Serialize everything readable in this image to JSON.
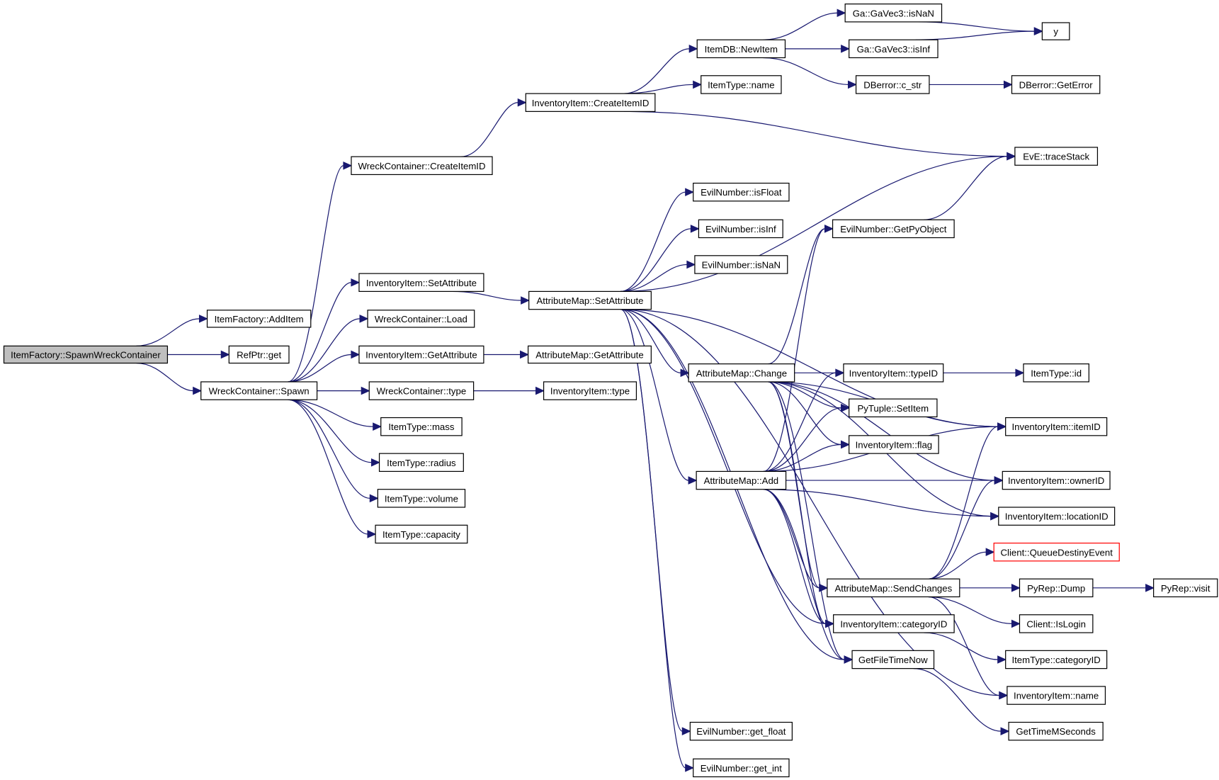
{
  "graph": {
    "type": "call-graph",
    "edge_color": "#191970",
    "root_fill": "#bfbfbf",
    "error_border": "#ff0000",
    "nodes": [
      {
        "label": "ItemFactory::SpawnWreckContainer",
        "root": true
      },
      {
        "label": "ItemFactory::AddItem"
      },
      {
        "label": "RefPtr::get"
      },
      {
        "label": "WreckContainer::Spawn"
      },
      {
        "label": "WreckContainer::CreateItemID"
      },
      {
        "label": "InventoryItem::SetAttribute"
      },
      {
        "label": "WreckContainer::Load"
      },
      {
        "label": "InventoryItem::GetAttribute"
      },
      {
        "label": "WreckContainer::type"
      },
      {
        "label": "ItemType::mass"
      },
      {
        "label": "ItemType::radius"
      },
      {
        "label": "ItemType::volume"
      },
      {
        "label": "ItemType::capacity"
      },
      {
        "label": "InventoryItem::CreateItemID"
      },
      {
        "label": "AttributeMap::SetAttribute"
      },
      {
        "label": "AttributeMap::GetAttribute"
      },
      {
        "label": "InventoryItem::type"
      },
      {
        "label": "ItemDB::NewItem"
      },
      {
        "label": "ItemType::name"
      },
      {
        "label": "Ga::GaVec3::isNaN"
      },
      {
        "label": "Ga::GaVec3::isInf"
      },
      {
        "label": "DBerror::c_str"
      },
      {
        "label": "y"
      },
      {
        "label": "DBerror::GetError"
      },
      {
        "label": "EvE::traceStack"
      },
      {
        "label": "EvilNumber::isFloat"
      },
      {
        "label": "EvilNumber::isInf"
      },
      {
        "label": "EvilNumber::isNaN"
      },
      {
        "label": "EvilNumber::GetPyObject"
      },
      {
        "label": "AttributeMap::Change"
      },
      {
        "label": "AttributeMap::Add"
      },
      {
        "label": "InventoryItem::typeID"
      },
      {
        "label": "PyTuple::SetItem"
      },
      {
        "label": "InventoryItem::flag"
      },
      {
        "label": "ItemType::id"
      },
      {
        "label": "InventoryItem::itemID"
      },
      {
        "label": "InventoryItem::ownerID"
      },
      {
        "label": "InventoryItem::locationID"
      },
      {
        "label": "Client::QueueDestinyEvent",
        "error": true
      },
      {
        "label": "AttributeMap::SendChanges"
      },
      {
        "label": "PyRep::Dump"
      },
      {
        "label": "PyRep::visit"
      },
      {
        "label": "InventoryItem::categoryID"
      },
      {
        "label": "Client::IsLogin"
      },
      {
        "label": "GetFileTimeNow"
      },
      {
        "label": "ItemType::categoryID"
      },
      {
        "label": "InventoryItem::name"
      },
      {
        "label": "GetTimeMSeconds"
      },
      {
        "label": "EvilNumber::get_float"
      },
      {
        "label": "EvilNumber::get_int"
      }
    ],
    "edges": [
      [
        0,
        1
      ],
      [
        0,
        2
      ],
      [
        0,
        3
      ],
      [
        3,
        4
      ],
      [
        3,
        5
      ],
      [
        3,
        6
      ],
      [
        3,
        7
      ],
      [
        3,
        8
      ],
      [
        3,
        9
      ],
      [
        3,
        10
      ],
      [
        3,
        11
      ],
      [
        3,
        12
      ],
      [
        4,
        13
      ],
      [
        13,
        17
      ],
      [
        13,
        18
      ],
      [
        13,
        24
      ],
      [
        17,
        19
      ],
      [
        17,
        20
      ],
      [
        17,
        21
      ],
      [
        19,
        22
      ],
      [
        20,
        22
      ],
      [
        21,
        23
      ],
      [
        5,
        14
      ],
      [
        7,
        15
      ],
      [
        8,
        16
      ],
      [
        14,
        24
      ],
      [
        14,
        25
      ],
      [
        14,
        26
      ],
      [
        14,
        27
      ],
      [
        14,
        29
      ],
      [
        14,
        30
      ],
      [
        14,
        35
      ],
      [
        14,
        46
      ],
      [
        14,
        48
      ],
      [
        14,
        49
      ],
      [
        14,
        44
      ],
      [
        14,
        42
      ],
      [
        29,
        28
      ],
      [
        29,
        31
      ],
      [
        29,
        32
      ],
      [
        29,
        33
      ],
      [
        29,
        35
      ],
      [
        29,
        36
      ],
      [
        29,
        37
      ],
      [
        29,
        39
      ],
      [
        29,
        44
      ],
      [
        29,
        42
      ],
      [
        30,
        28
      ],
      [
        30,
        31
      ],
      [
        30,
        32
      ],
      [
        30,
        33
      ],
      [
        30,
        35
      ],
      [
        30,
        36
      ],
      [
        30,
        37
      ],
      [
        30,
        39
      ],
      [
        30,
        42
      ],
      [
        30,
        44
      ],
      [
        28,
        24
      ],
      [
        31,
        34
      ],
      [
        39,
        35
      ],
      [
        39,
        36
      ],
      [
        39,
        38
      ],
      [
        39,
        40
      ],
      [
        39,
        43
      ],
      [
        39,
        46
      ],
      [
        40,
        41
      ],
      [
        42,
        45
      ],
      [
        44,
        47
      ]
    ]
  }
}
